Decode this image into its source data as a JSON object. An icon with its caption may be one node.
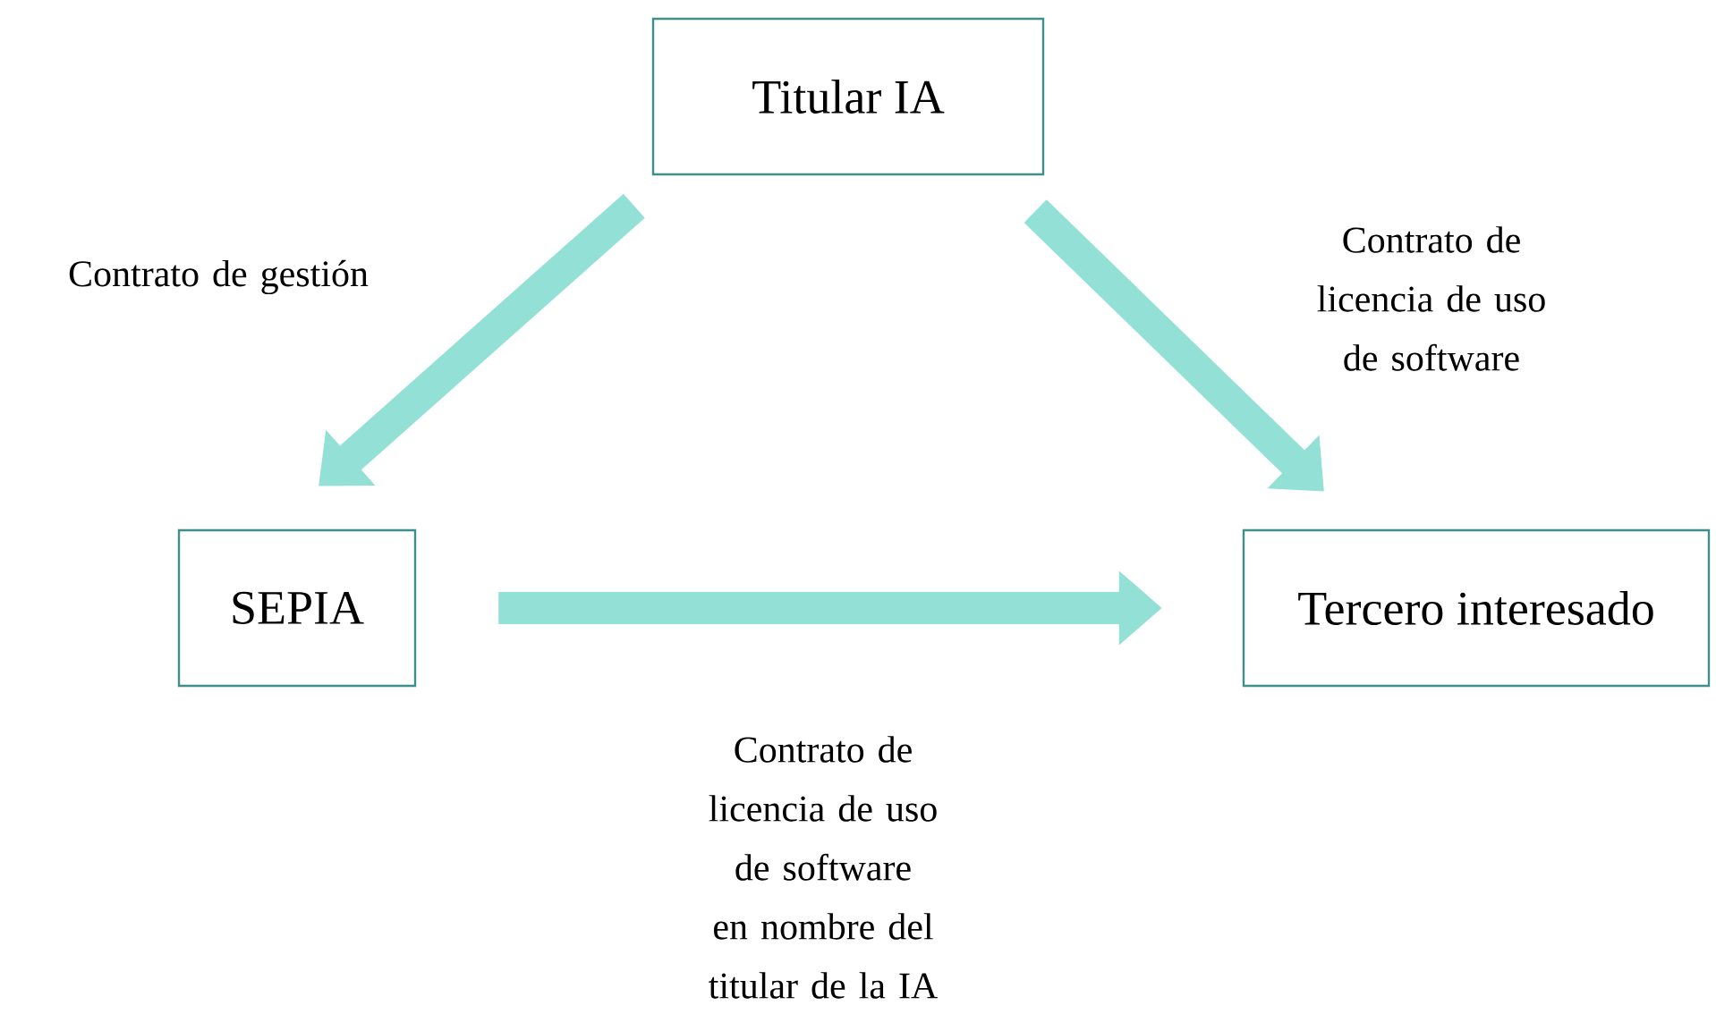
{
  "diagram": {
    "nodes": [
      {
        "text": [
          "Titular IA"
        ]
      },
      {
        "text": [
          "SEPIA"
        ]
      },
      {
        "text": [
          "Tercero interesado"
        ]
      }
    ],
    "edges": [
      {
        "from": 0,
        "to": 1,
        "arrow": "to",
        "label": "Contrato de gestión"
      },
      {
        "from": 0,
        "to": 2,
        "arrow": "to",
        "label": "Contrato de licencia de uso de software"
      },
      {
        "from": 1,
        "to": 2,
        "arrow": "to",
        "label": "Contrato de licencia de uso de software en nombre del titular de la IA"
      }
    ]
  }
}
